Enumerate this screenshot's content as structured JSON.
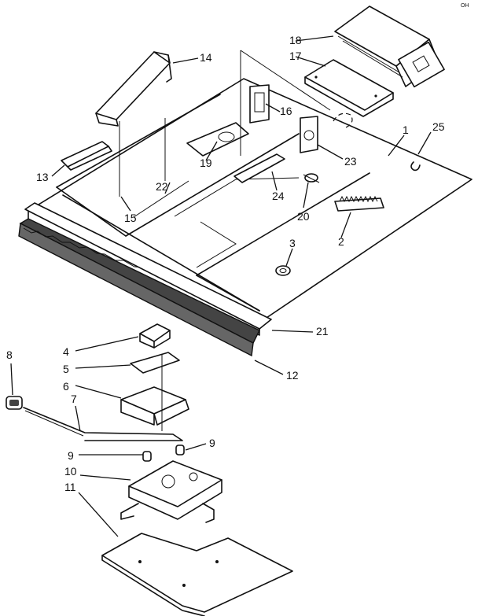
{
  "corner_mark": "ОН",
  "callouts": [
    {
      "id": "c1",
      "text": "1"
    },
    {
      "id": "c2",
      "text": "2"
    },
    {
      "id": "c3",
      "text": "3"
    },
    {
      "id": "c4",
      "text": "4"
    },
    {
      "id": "c5",
      "text": "5"
    },
    {
      "id": "c6",
      "text": "6"
    },
    {
      "id": "c7",
      "text": "7"
    },
    {
      "id": "c8",
      "text": "8"
    },
    {
      "id": "c9a",
      "text": "9"
    },
    {
      "id": "c9b",
      "text": "9"
    },
    {
      "id": "c10",
      "text": "10"
    },
    {
      "id": "c11",
      "text": "11"
    },
    {
      "id": "c12",
      "text": "12"
    },
    {
      "id": "c13",
      "text": "13"
    },
    {
      "id": "c14",
      "text": "14"
    },
    {
      "id": "c15",
      "text": "15"
    },
    {
      "id": "c16",
      "text": "16"
    },
    {
      "id": "c17",
      "text": "17"
    },
    {
      "id": "c18",
      "text": "18"
    },
    {
      "id": "c19",
      "text": "19"
    },
    {
      "id": "c20",
      "text": "20"
    },
    {
      "id": "c21",
      "text": "21"
    },
    {
      "id": "c22",
      "text": "22"
    },
    {
      "id": "c23",
      "text": "23"
    },
    {
      "id": "c24",
      "text": "24"
    },
    {
      "id": "c25",
      "text": "25"
    }
  ]
}
